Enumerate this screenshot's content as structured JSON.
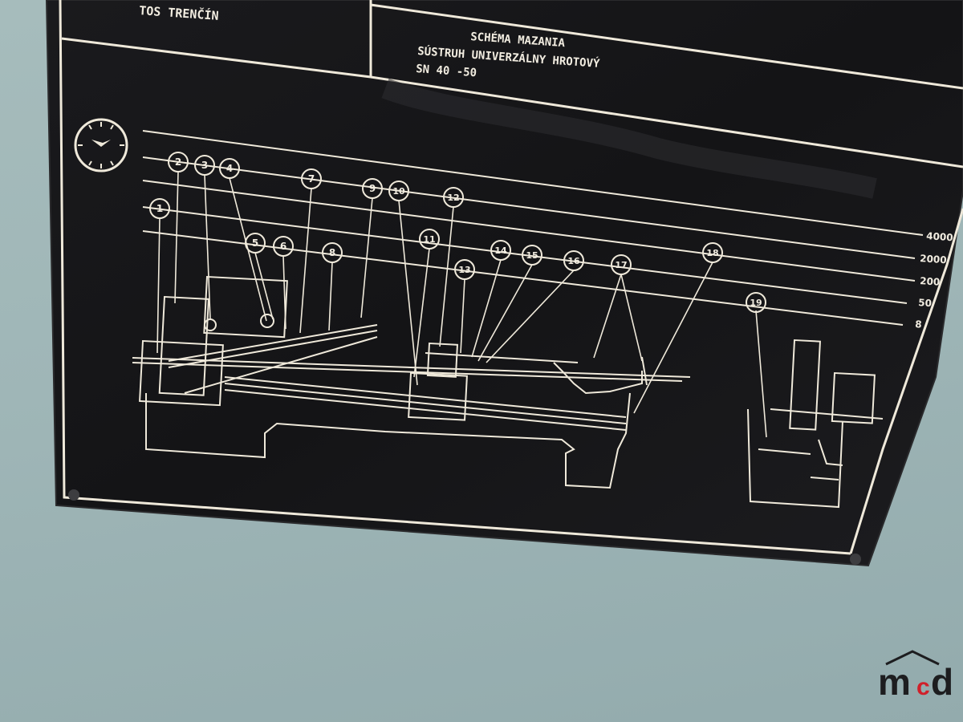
{
  "plate": {
    "maker": "TOS TRENČÍN",
    "title_line1": "SCHÉMA MAZANIA",
    "title_line2": "SÚSTRUH UNIVERZÁLNY HROTOVÝ",
    "title_line3": "SN 40 -50"
  },
  "intervals": [
    "4000",
    "2000",
    "200",
    "50",
    "8"
  ],
  "points": [
    "1",
    "2",
    "3",
    "4",
    "5",
    "6",
    "7",
    "8",
    "9",
    "10",
    "11",
    "12",
    "13",
    "14",
    "15",
    "16",
    "17",
    "18",
    "19"
  ],
  "colors": {
    "wall": "#9fb6b7",
    "plate": "#17171a",
    "ink": "#efe9da",
    "logo_dark": "#1d1d1f",
    "logo_red": "#d0202a"
  },
  "watermark": {
    "text": "mcd"
  },
  "icons": [
    "clock-icon"
  ]
}
